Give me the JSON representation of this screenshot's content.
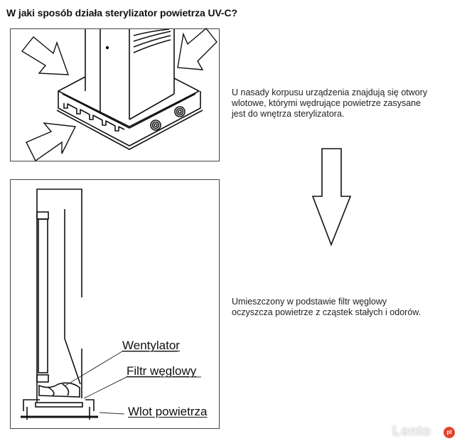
{
  "title": "W jaki sposób działa sterylizator powietrza UV-C?",
  "step1": {
    "description": "U nasady korpusu urządzenia znajdują się otwory wlotowe, którymi wędrujące powietrze zasysane jest do wnętrza sterylizatora.",
    "lines": [
      "U nasady korpusu urządzenia znajdują się otwory",
      "wlotowe, którymi wędrujące powietrze zasysane",
      "jest do wnętrza sterylizatora."
    ],
    "illustration": "isometric-base-with-inflow-arrows"
  },
  "transition_icon": "down-arrow-icon",
  "step2": {
    "lines": [
      "Umieszczony w podstawie filtr węglowy",
      "oczyszcza powietrze z cząstek stałych i odorów."
    ],
    "illustration": "cross-section-diagram",
    "labels": {
      "fan": "Wentylator",
      "filter": "Filtr węglowy",
      "inlet": "Wlot powietrza"
    }
  },
  "watermark": {
    "text": "Lento",
    "badge": "pl",
    "badge_color": "#e0442a"
  }
}
